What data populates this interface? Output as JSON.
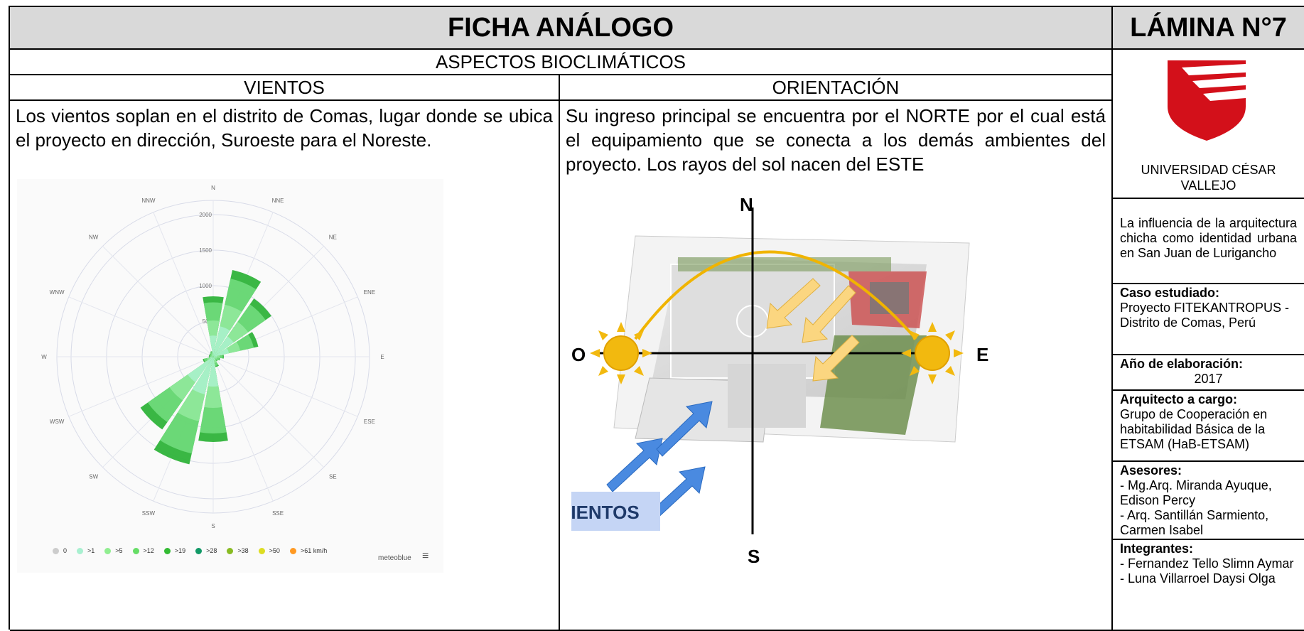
{
  "header": {
    "title": "FICHA ANÁLOGO",
    "sheet_label": "LÁMINA N°7"
  },
  "section_title": "ASPECTOS BIOCLIMÁTICOS",
  "winds": {
    "title": "VIENTOS",
    "text": "Los vientos soplan en el distrito de Comas, lugar donde se ubica el proyecto en dirección, Suroeste para el Noreste."
  },
  "orientation": {
    "title": "ORIENTACIÓN",
    "text": "Su ingreso principal se encuentra por el NORTE por el cual está el equipamiento que se conecta a los demás ambientes del proyecto. Los rayos del sol nacen del ESTE",
    "labels": {
      "n": "N",
      "s": "S",
      "o": "O",
      "e": "E",
      "winds": "VIENTOS"
    }
  },
  "windrose": {
    "directions": [
      "N",
      "NNE",
      "NE",
      "ENE",
      "E",
      "ESE",
      "SE",
      "SSE",
      "S",
      "SSW",
      "SW",
      "WSW",
      "W",
      "WNW",
      "NW",
      "NNW"
    ],
    "rings": [
      "500",
      "1000",
      "1500",
      "2000"
    ],
    "zero": "0",
    "legend": [
      "0",
      ">1",
      ">5",
      ">12",
      ">19",
      ">28",
      ">38",
      ">50",
      ">61 km/h"
    ],
    "legend_colors": [
      "#cccccc",
      "#a8f0d0",
      "#90ee90",
      "#66dd66",
      "#33bb33",
      "#119966",
      "#88bb22",
      "#dddd22",
      "#ff9922"
    ],
    "brand": "meteoblue",
    "petals": [
      {
        "dir": "NNE",
        "value": 1250
      },
      {
        "dir": "NE",
        "value": 1000
      },
      {
        "dir": "ENE",
        "value": 650
      },
      {
        "dir": "E",
        "value": 150
      },
      {
        "dir": "ESE",
        "value": 100
      },
      {
        "dir": "SE",
        "value": 80
      },
      {
        "dir": "SSE",
        "value": 150
      },
      {
        "dir": "S",
        "value": 1200
      },
      {
        "dir": "SSW",
        "value": 1550
      },
      {
        "dir": "SW",
        "value": 1250
      },
      {
        "dir": "WSW",
        "value": 150
      },
      {
        "dir": "W",
        "value": 60
      },
      {
        "dir": "WNW",
        "value": 60
      },
      {
        "dir": "NW",
        "value": 60
      },
      {
        "dir": "NNW",
        "value": 80
      },
      {
        "dir": "N",
        "value": 850
      }
    ]
  },
  "sidebar": {
    "university": "UNIVERSIDAD CÉSAR VALLEJO",
    "thesis": "La influencia de la arquitectura chicha como identidad urbana en San Juan de Lurigancho",
    "case_label": "Caso estudiado:",
    "case_value": "Proyecto FITEKANTROPUS - Distrito de Comas, Perú",
    "year_label": "Año de elaboración:",
    "year_value": "2017",
    "architect_label": "Arquitecto a cargo:",
    "architect_value": "Grupo de Cooperación en habitabilidad Básica de la ETSAM (HaB-ETSAM)",
    "advisors_label": "Asesores:",
    "advisor_1": "- Mg.Arq. Miranda Ayuque, Edison Percy",
    "advisor_2": "- Arq. Santillán Sarmiento, Carmen Isabel",
    "members_label": "Integrantes:",
    "member_1": "- Fernandez Tello Slimn Aymar",
    "member_2": "- Luna Villarroel Daysi Olga"
  }
}
